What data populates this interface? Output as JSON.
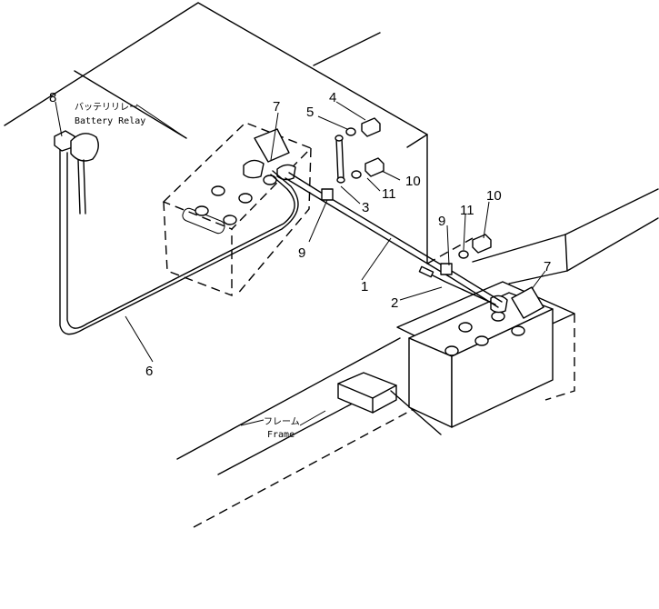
{
  "labels": {
    "battery_relay_jp": "バッテリリレー",
    "battery_relay_en": "Battery Relay",
    "frame_jp": "フレーム",
    "frame_en": "Frame"
  },
  "callouts": {
    "c1": "1",
    "c2": "2",
    "c3": "3",
    "c4": "4",
    "c5": "5",
    "c6": "6",
    "c7a": "7",
    "c7b": "7",
    "c8": "8",
    "c9a": "9",
    "c9b": "9",
    "c10a": "10",
    "c10b": "10",
    "c11a": "11",
    "c11b": "11"
  }
}
